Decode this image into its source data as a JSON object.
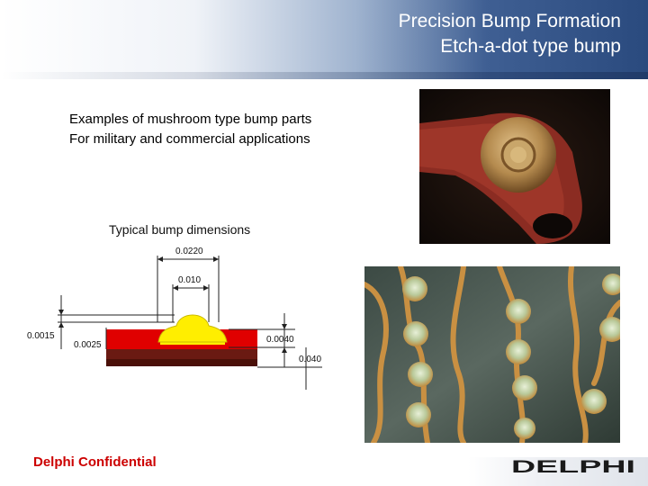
{
  "header": {
    "title_line1": "Precision Bump Formation",
    "title_line2": "Etch-a-dot type bump"
  },
  "content": {
    "line1": "Examples of mushroom type bump parts",
    "line2": "For military and commercial applications",
    "caption": "Typical bump dimensions"
  },
  "diagram": {
    "dim_top": "0.0220",
    "dim_bump": "0.010",
    "dim_left_outer": "0.0015",
    "dim_left_inner": "0.0025",
    "dim_right_upper": "0.0040",
    "dim_right_lower": "0.040"
  },
  "footer": {
    "confidential": "Delphi Confidential",
    "logo_text": "DELPHI"
  },
  "colors": {
    "confidential": "#cc0000",
    "title": "#ffffff",
    "bump": "#ffee00",
    "layer_red": "#e00000",
    "layer_dark": "#6a1a12"
  }
}
